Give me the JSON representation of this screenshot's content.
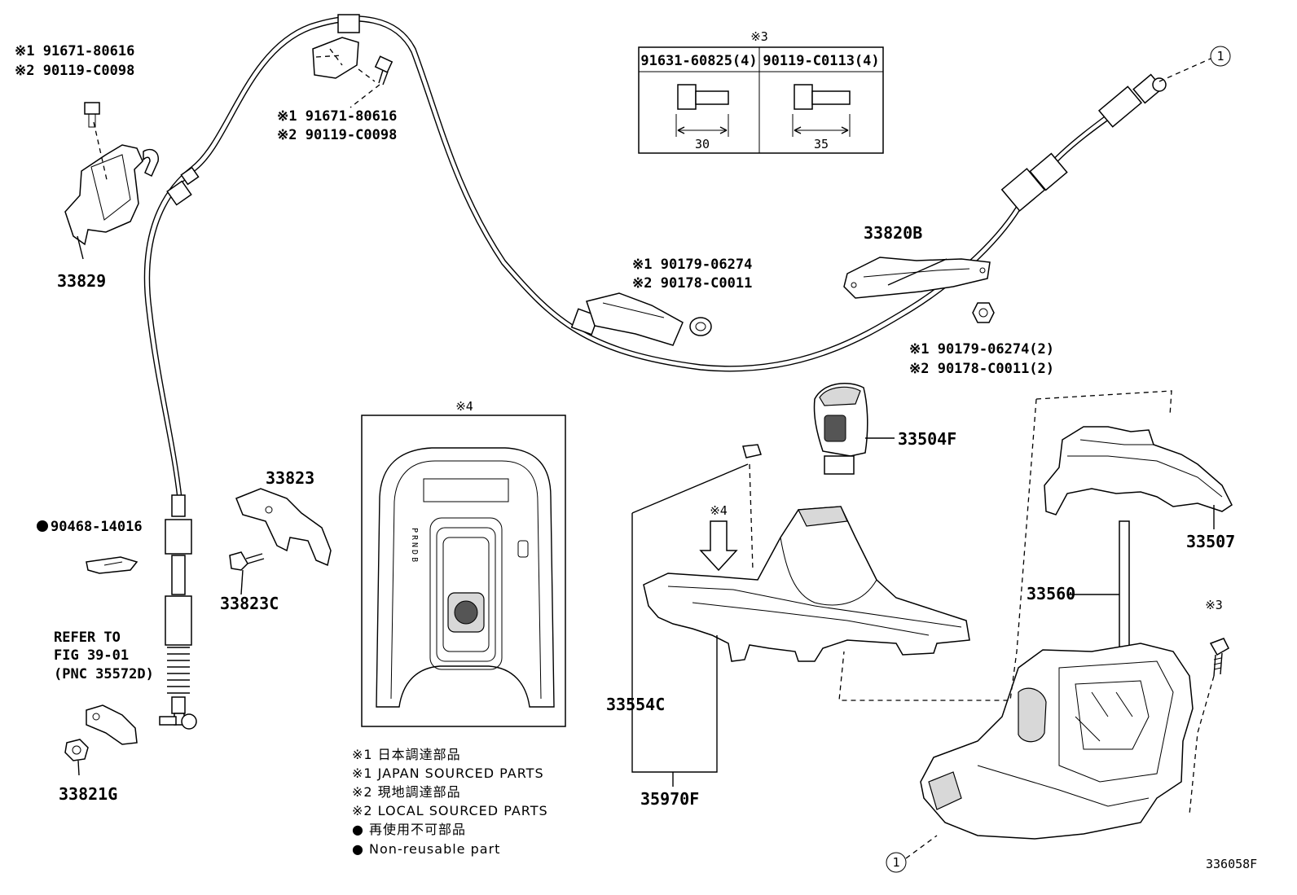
{
  "labels": {
    "p33829": "33829",
    "p33829_note1": "※1 91671-80616",
    "p33829_note2": "※2 90119-C0098",
    "bracket_note1": "※1 91671-80616",
    "bracket_note2": "※2 90119-C0098",
    "p33820B": "33820B",
    "nut_note1": "※1 90179-06274",
    "nut_note2": "※2 90178-C0011",
    "nut2_note1": "※1 90179-06274(2)",
    "nut2_note2": "※2 90178-C0011(2)",
    "p33823": "33823",
    "p33823C": "33823C",
    "p90468": "90468-14016",
    "refer1": "REFER TO",
    "refer2": "FIG 39-01",
    "refer3": "(PNC 35572D)",
    "p33821G": "33821G",
    "p33504F": "33504F",
    "p33507": "33507",
    "p33560": "33560",
    "p33554C": "33554C",
    "p35970F": "35970F",
    "note3_mark": "※3",
    "note3_mark_right": "※3",
    "note4_mark": "※4",
    "note4_mark_arrow": "※4",
    "circle1_top": "1",
    "circle1_bottom": "1",
    "figure_id": "336058F"
  },
  "bolt_table": {
    "title": "※3",
    "col1_header": "91631-60825(4)",
    "col2_header": "90119-C0113(4)",
    "col1_length": "30",
    "col2_length": "35"
  },
  "shifter_plate": {
    "gear_letters": "PRNDB"
  },
  "legend": [
    "※1 日本調達部品",
    "※1 JAPAN SOURCED PARTS",
    "※2 現地調達部品",
    "※2 LOCAL SOURCED PARTS",
    "● 再使用不可部品",
    "● Non-reusable part"
  ]
}
